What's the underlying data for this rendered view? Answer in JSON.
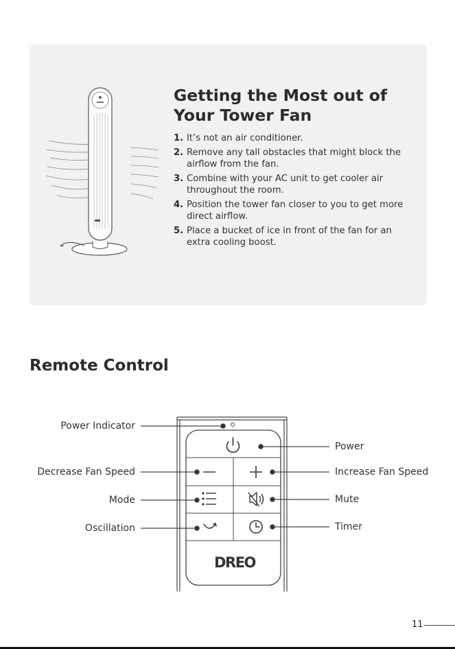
{
  "tips": {
    "title_line1": "Getting the Most out of",
    "title_line2": "Your Tower Fan",
    "items": [
      {
        "num": "1.",
        "text": "It’s not an air conditioner."
      },
      {
        "num": "2.",
        "text": "Remove any tall obstacles that might block the airflow from the fan."
      },
      {
        "num": "3.",
        "text": "Combine with your AC unit to get cooler air throughout the room."
      },
      {
        "num": "4.",
        "text": "Position the tower fan closer to you to get more direct airflow."
      },
      {
        "num": "5.",
        "text": "Place a bucket of ice in front of the fan for an extra cooling boost."
      }
    ]
  },
  "remote": {
    "section_title": "Remote Control",
    "brand": "DREO",
    "labels": {
      "power_indicator": "Power Indicator",
      "decrease_fan_speed": "Decrease Fan Speed",
      "mode": "Mode",
      "oscillation": "Oscillation",
      "power": "Power",
      "increase_fan_speed": "Increase Fan Speed",
      "mute": "Mute",
      "timer": "Timer"
    }
  },
  "page": {
    "number": "11"
  }
}
